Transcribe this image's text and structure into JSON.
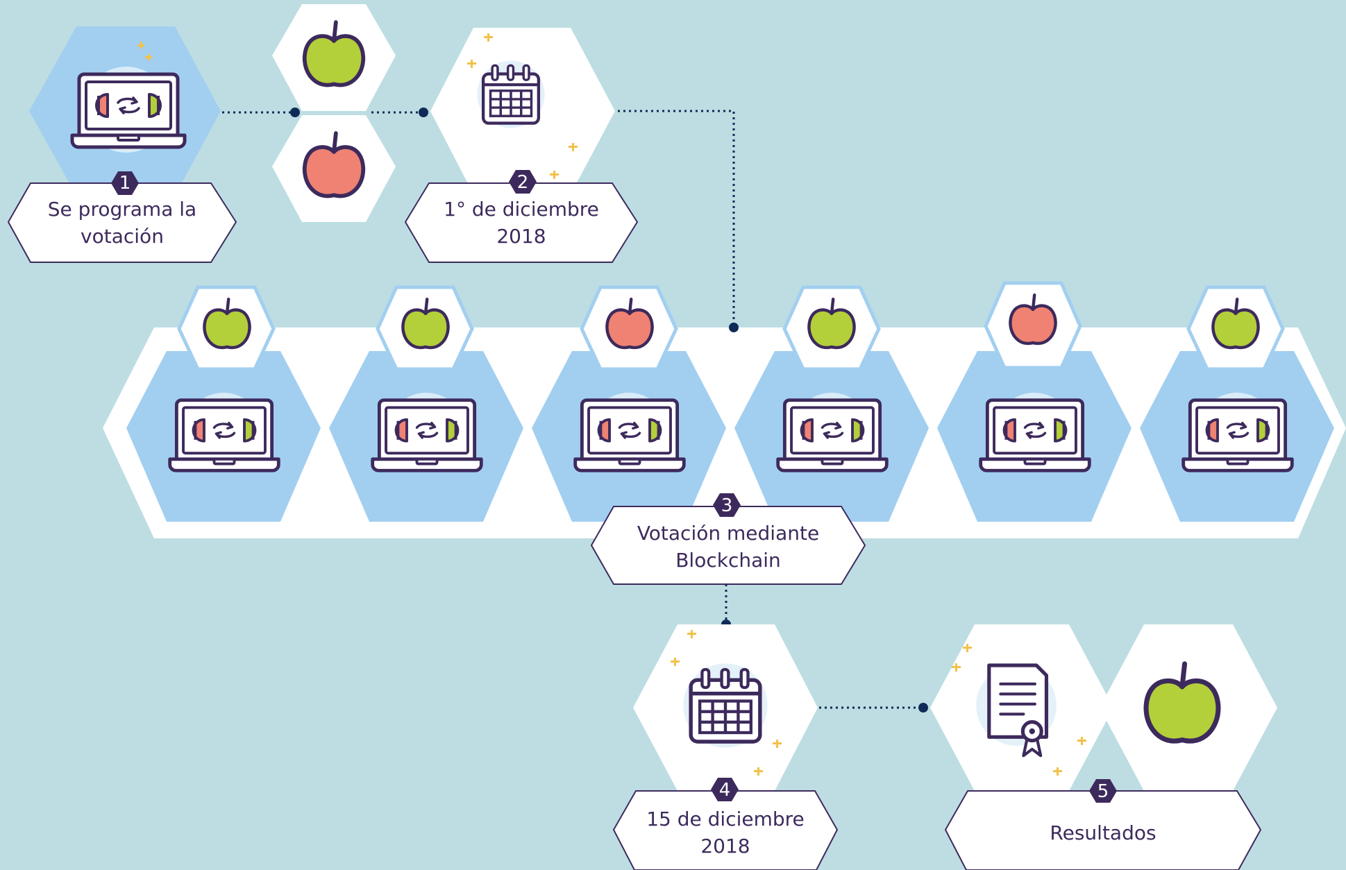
{
  "colors": {
    "background": "#bddde2",
    "hex_white": "#ffffff",
    "hex_blue": "#a2cff0",
    "outline": "#3d2a5c",
    "badge": "#3d2a5c",
    "apple_green": "#b3cf3a",
    "apple_red": "#ef8272",
    "connector": "#0f2a57",
    "sparkle": "#f2c14a",
    "icon_circle": "#e4f1f8"
  },
  "icons": {
    "laptop": "laptop-vote-icon",
    "calendar": "calendar-icon",
    "certificate": "certificate-icon",
    "apple": "apple-icon"
  },
  "steps": [
    {
      "number": "1",
      "line1": "Se programa la",
      "line2": "votación"
    },
    {
      "number": "2",
      "line1": "1° de diciembre",
      "line2": "2018"
    },
    {
      "number": "3",
      "line1": "Votación mediante",
      "line2": "Blockchain"
    },
    {
      "number": "4",
      "line1": "15 de diciembre",
      "line2": "2018"
    },
    {
      "number": "5",
      "line1": "Resultados",
      "line2": ""
    }
  ],
  "top_vote_apples": [
    "green",
    "red"
  ],
  "blockchain_votes": [
    "green",
    "green",
    "red",
    "green",
    "red",
    "green"
  ],
  "result_apple": "green"
}
